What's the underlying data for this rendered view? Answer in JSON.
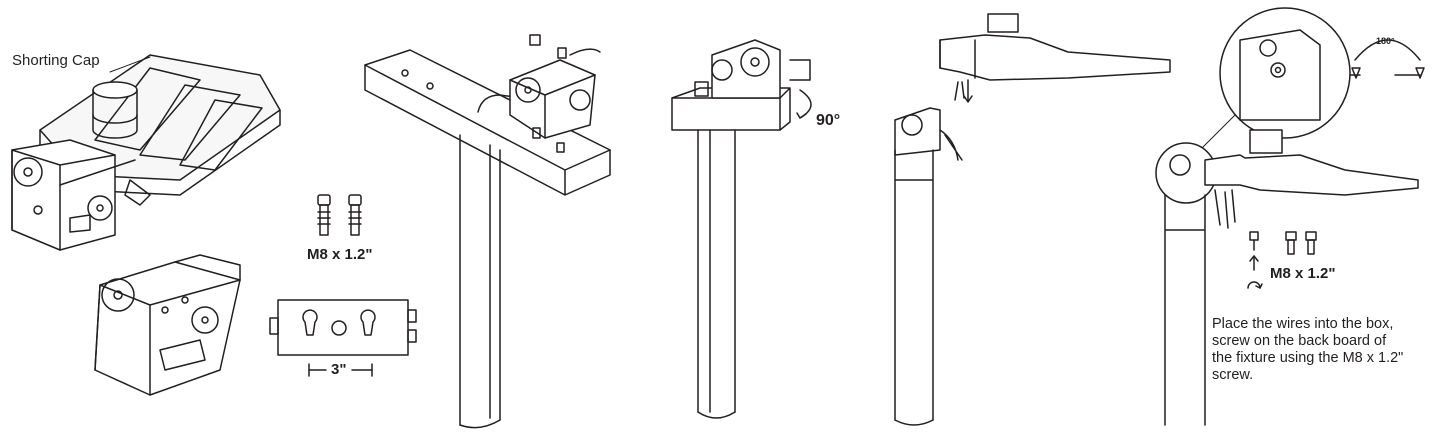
{
  "labels": {
    "shorting_cap": "Shorting Cap",
    "screw_size_1": "M8 x 1.2\"",
    "bracket_width": "3\"",
    "rotation_angle": "90°",
    "tilt_angle": "180°",
    "screw_size_2": "M8 x 1.2\""
  },
  "instructions": [
    "Place the wires into the box,",
    "screw on the back board of",
    "the fixture using the M8 x 1.2\"",
    "screw."
  ]
}
